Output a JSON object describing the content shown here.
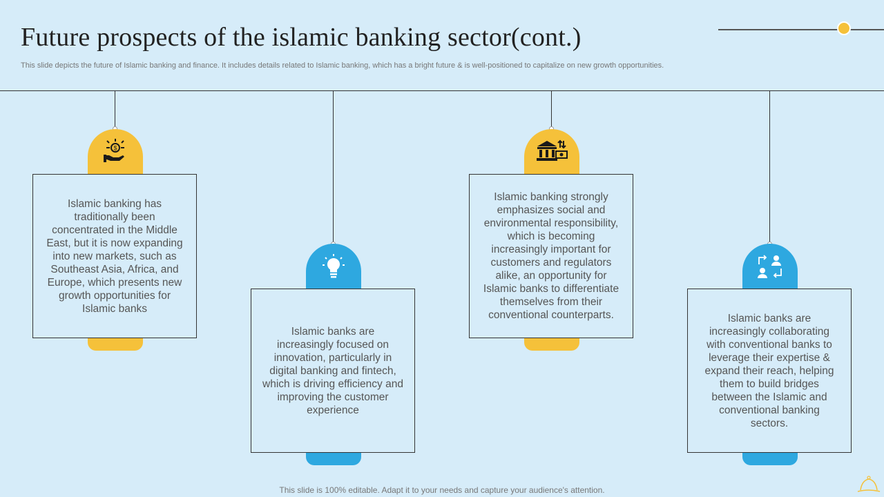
{
  "header": {
    "title": "Future prospects of the islamic banking sector(cont.)",
    "subtitle": "This slide depicts the future of Islamic banking and finance. It includes details related to Islamic banking, which has a bright future & is well-positioned to capitalize on new growth opportunities."
  },
  "colors": {
    "background": "#d6ecf9",
    "yellow": "#f5c13a",
    "blue": "#2ea8e0"
  },
  "items": [
    {
      "icon": "hand-money-icon",
      "text": "Islamic banking has traditionally been concentrated in the Middle East, but it is now expanding into new markets, such as Southeast Asia, Africa, and Europe, which presents new growth opportunities for Islamic banks"
    },
    {
      "icon": "lightbulb-icon",
      "text": "Islamic banks are increasingly focused on innovation, particularly in digital banking and fintech, which is driving efficiency and improving the customer experience"
    },
    {
      "icon": "bank-cash-icon",
      "text": "Islamic banking strongly emphasizes social and environmental responsibility, which is becoming increasingly important for customers and regulators alike, an opportunity for Islamic banks to differentiate themselves from their conventional counterparts."
    },
    {
      "icon": "people-exchange-icon",
      "text": "Islamic banks are increasingly collaborating with conventional banks to leverage their expertise & expand their reach, helping them to build bridges between the Islamic and conventional banking sectors."
    }
  ],
  "footer": {
    "text": "This slide is 100% editable. Adapt it to your needs and capture your audience's attention."
  }
}
